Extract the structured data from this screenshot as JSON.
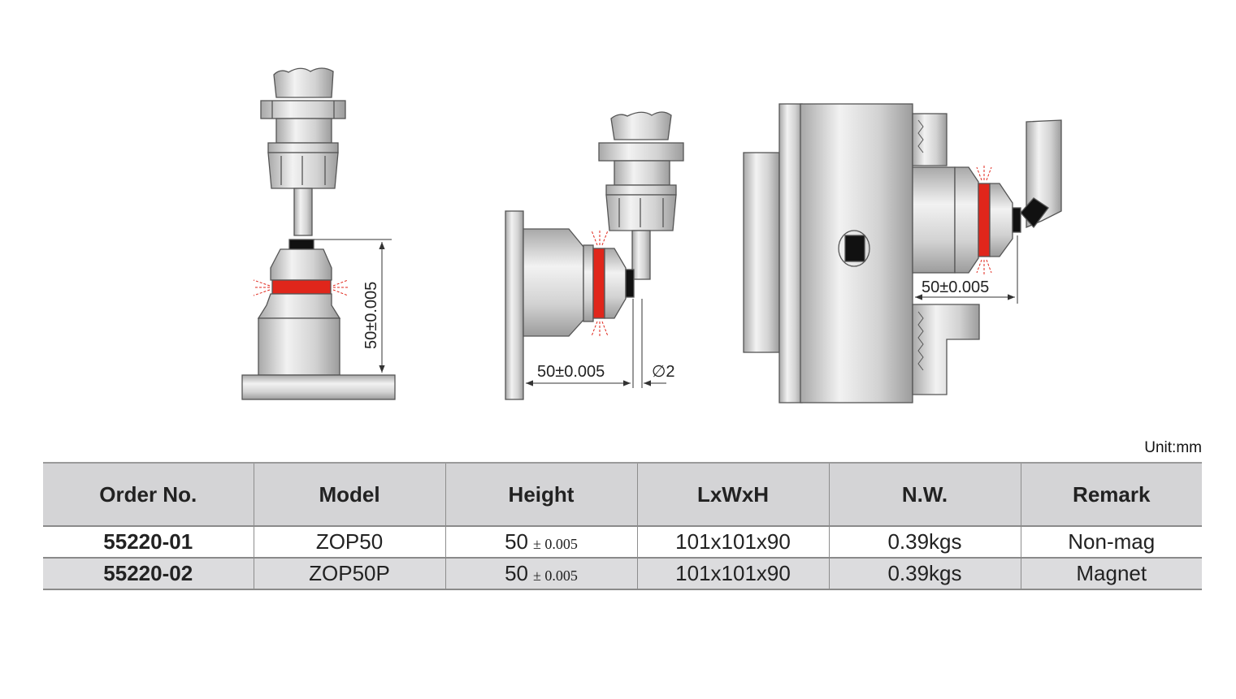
{
  "figures": {
    "dim_vertical": "50±0.005",
    "dim_horizontal_mid": "50±0.005",
    "dim_diameter": "∅2",
    "dim_horizontal_right": "50±0.005"
  },
  "unit_label": "Unit:mm",
  "table": {
    "headers": [
      "Order No.",
      "Model",
      "Height",
      "LxWxH",
      "N.W.",
      "Remark"
    ],
    "rows": [
      {
        "order_no": "55220-01",
        "model": "ZOP50",
        "height": "50",
        "height_tol": "± 0.005",
        "dims": "101x101x90",
        "weight": "0.39kgs",
        "remark": "Non-mag"
      },
      {
        "order_no": "55220-02",
        "model": "ZOP50P",
        "height": "50",
        "height_tol": "± 0.005",
        "dims": "101x101x90",
        "weight": "0.39kgs",
        "remark": "Magnet"
      }
    ]
  },
  "colors": {
    "body_gray": "#d9d9d9",
    "outline": "#555555",
    "indicator_red": "#e0261b",
    "header_bg": "#d4d4d6"
  }
}
